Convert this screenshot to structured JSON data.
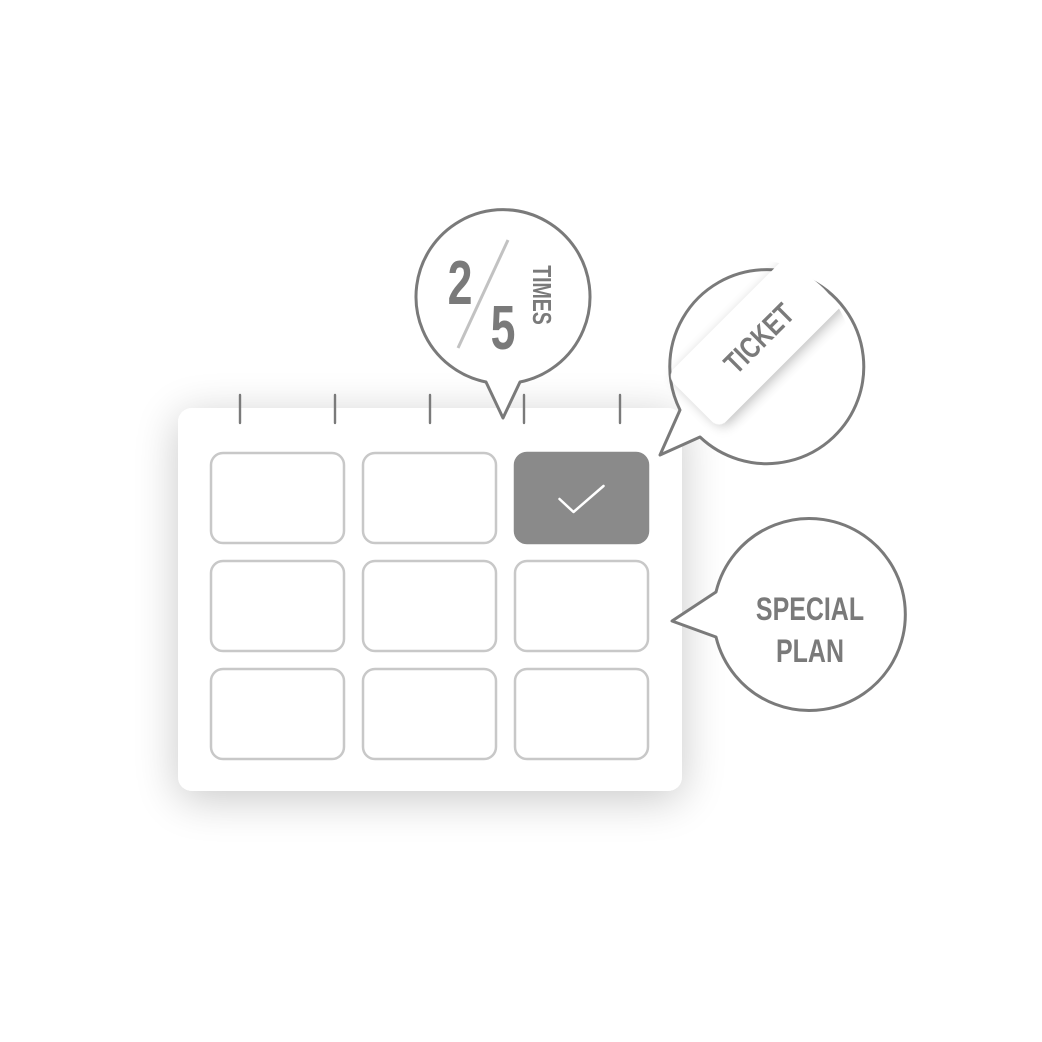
{
  "counter": {
    "used": "2",
    "total": "5",
    "unit": "TIMES"
  },
  "ticket": {
    "label": "TICKET"
  },
  "special_plan": {
    "line1": "SPECIAL",
    "line2": "PLAN"
  },
  "calendar": {
    "rows": 3,
    "cols": 3,
    "checked_cells": [
      2
    ]
  },
  "colors": {
    "stroke": "#7a7a7a",
    "cell_border": "#c8c8c8",
    "checked_fill": "#8a8a8a",
    "text": "#7a7a7a",
    "card": "#ffffff"
  }
}
